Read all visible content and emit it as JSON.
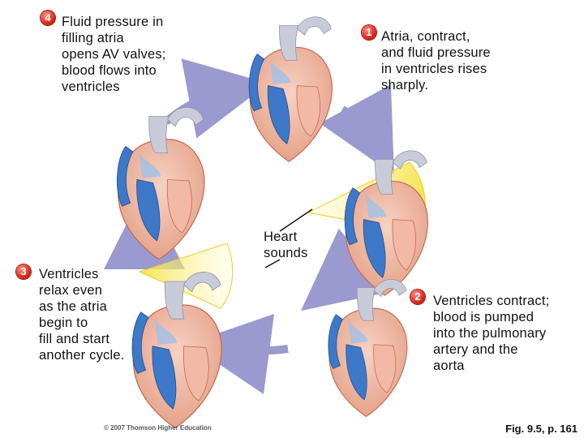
{
  "steps": [
    {
      "number": "4",
      "text": "Fluid pressure in\nfilling atria\nopens AV valves;\nblood flows into\nventricles"
    },
    {
      "number": "1",
      "text": "Atria, contract,\nand fluid pressure\nin ventricles rises\nsharply."
    },
    {
      "number": "2",
      "text": "Ventricles contract;\nblood is pumped\ninto the pulmonary\nartery and the\naorta"
    },
    {
      "number": "3",
      "text": "Ventricles\nrelax even\nas the atria\nbegin to\nfill and start\nanother cycle."
    }
  ],
  "heart_sounds_label": "Heart\nsounds",
  "copyright": "© 2007 Thomson Higher Education",
  "figure_ref": "Fig. 9.5, p. 161",
  "colors": {
    "badge": "#d21e12",
    "arrow": "#9a9ad0",
    "tissue": "#e9a48c",
    "deoxygenated": "#3e78c8",
    "vessel": "#c9ccd8",
    "sound": "#f5e24a"
  }
}
